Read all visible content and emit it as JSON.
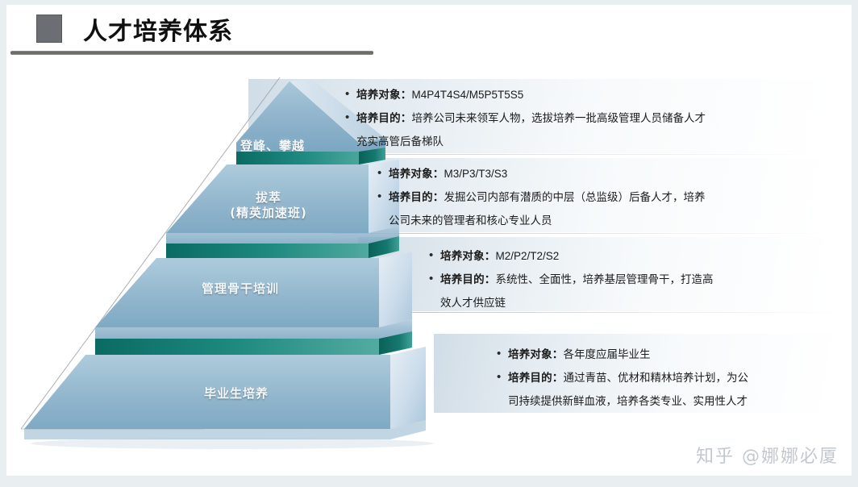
{
  "header": {
    "title": "人才培养体系",
    "bullet_square_color": "#6b6e72",
    "rule_color": "#6f6e6c"
  },
  "pyramid": {
    "levels": [
      {
        "id": "level-1",
        "label": "登峰、攀越",
        "audience_label": "培养对象：",
        "audience_value": "M4P4T4S4/M5P5T5S5",
        "purpose_label": "培养目的：",
        "purpose_value": "培养公司未来领军人物，选拔培养一批高级管理人员储备人才",
        "purpose_cont": "充实高管后备梯队"
      },
      {
        "id": "level-2",
        "label_line1": "拔萃",
        "label_line2": "(精英加速班)",
        "audience_label": "培养对象：",
        "audience_value": "M3/P3/T3/S3",
        "purpose_label": "培养目的：",
        "purpose_value": "发掘公司内部有潜质的中层（总监级）后备人才，培养",
        "purpose_cont": "公司未来的管理者和核心专业人员"
      },
      {
        "id": "level-3",
        "label": "管理骨干培训",
        "audience_label": "培养对象：",
        "audience_value": "M2/P2/T2/S2",
        "purpose_label": "培养目的：",
        "purpose_value": "系统性、全面性，培养基层管理骨干，打造高",
        "purpose_cont": "效人才供应链"
      },
      {
        "id": "level-4",
        "label": "毕业生培养",
        "audience_label": "培养对象：",
        "audience_value": "各年度应届毕业生",
        "purpose_label": "培养目的：",
        "purpose_value": "通过青苗、优材和精林培养计划，为公",
        "purpose_cont": "司持续提供新鲜血液，培养各类专业、实用性人才"
      }
    ],
    "colors": {
      "face_top": "#9fc0d4",
      "face_bottom": "#7ea7c2",
      "bevel_teal_dark": "#0c7068",
      "bevel_teal_light": "#4da59c",
      "side_light": "#dbe7f1",
      "side_mid": "#b9cfe0",
      "guide_line": "#8a8f93"
    }
  },
  "watermark": "知乎 @娜娜必厦"
}
